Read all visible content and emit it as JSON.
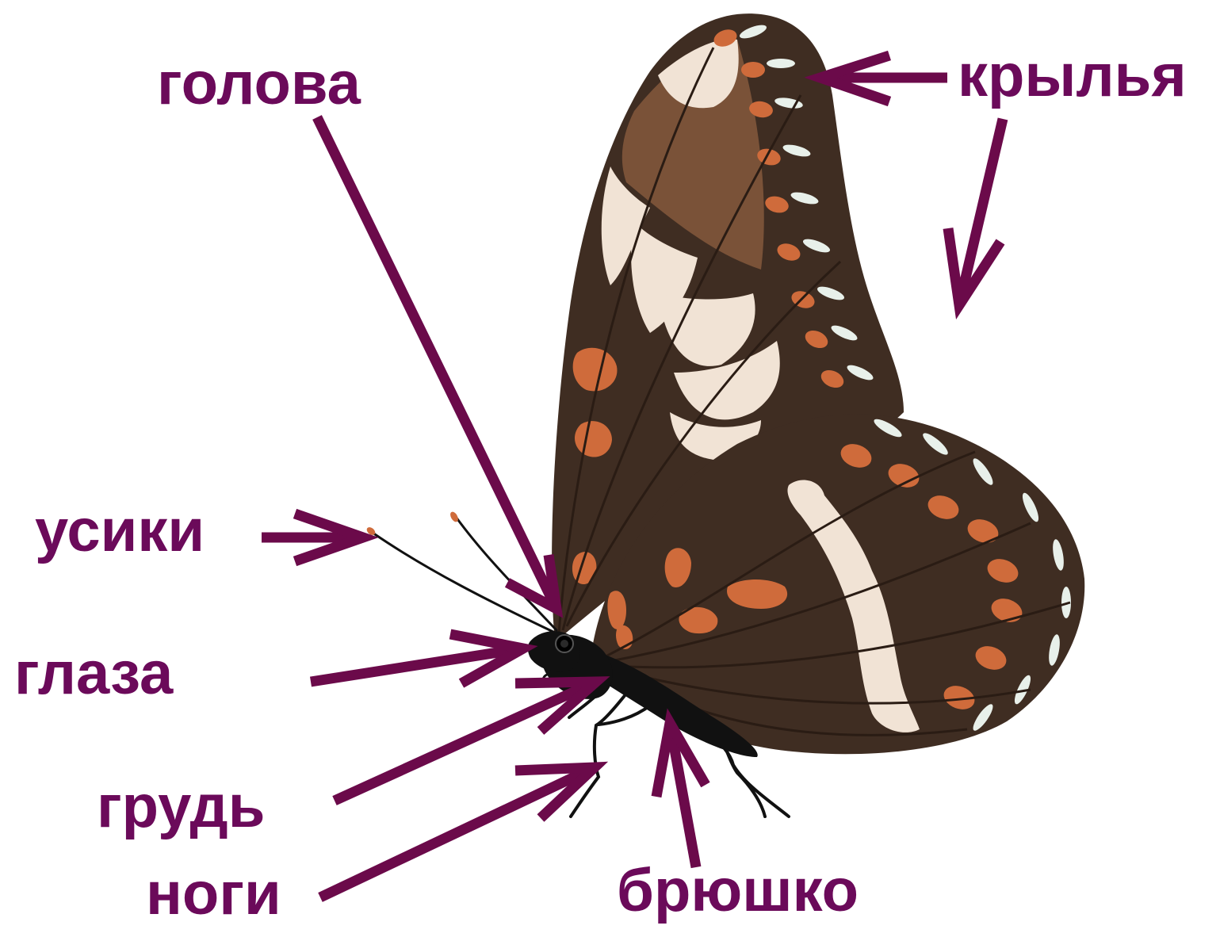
{
  "colors": {
    "label": "#6b0a5a",
    "arrow": "#6b0a4a",
    "wing_dark": "#3f2d22",
    "wing_mid": "#7a5238",
    "wing_cream": "#f1e3d5",
    "wing_orange": "#cf6b3b",
    "wing_edge_white": "#e8f0ea",
    "body": "#111111"
  },
  "labels": {
    "head": "голова",
    "wings": "крылья",
    "antennae": "усики",
    "eyes": "глаза",
    "thorax": "грудь",
    "legs": "ноги",
    "abdomen": "брюшко"
  },
  "icons": {
    "illustration": "butterfly-illustration"
  }
}
